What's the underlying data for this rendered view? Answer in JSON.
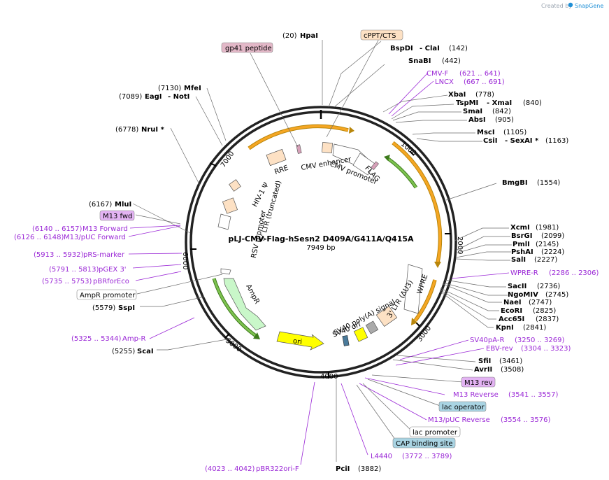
{
  "branding": {
    "created_by": "Created by",
    "app": "SnapGene"
  },
  "plasmid": {
    "name": "pLJ-CMV-Flag-hSesn2 D409A/G411A/Q415A",
    "size_label": "7949 bp",
    "length": 7949
  },
  "ticks": [
    "1000",
    "2000",
    "3000",
    "4000",
    "5000",
    "6000",
    "7000"
  ],
  "enzymes": [
    {
      "name": "HpaI",
      "pos": "(20)"
    },
    {
      "name": "BspDI",
      "pos": "(142)",
      "alt": "- ClaI"
    },
    {
      "name": "SnaBI",
      "pos": "(442)"
    },
    {
      "name": "XbaI",
      "pos": "(778)"
    },
    {
      "name": "TspMI",
      "pos": "(840)",
      "alt": "- XmaI"
    },
    {
      "name": "SmaI",
      "pos": "(842)"
    },
    {
      "name": "AbsI",
      "pos": "(905)"
    },
    {
      "name": "MscI",
      "pos": "(1105)"
    },
    {
      "name": "CsiI",
      "pos": "(1163)",
      "alt": "- SexAI *"
    },
    {
      "name": "BmgBI",
      "pos": "(1554)"
    },
    {
      "name": "XcmI",
      "pos": "(1981)"
    },
    {
      "name": "BsrGI",
      "pos": "(2099)"
    },
    {
      "name": "PmlI",
      "pos": "(2145)"
    },
    {
      "name": "PshAI",
      "pos": "(2224)"
    },
    {
      "name": "SalI",
      "pos": "(2227)"
    },
    {
      "name": "SacII",
      "pos": "(2736)"
    },
    {
      "name": "NgoMIV",
      "pos": "(2745)"
    },
    {
      "name": "NaeI",
      "pos": "(2747)"
    },
    {
      "name": "EcoRI",
      "pos": "(2825)"
    },
    {
      "name": "Acc65I",
      "pos": "(2837)"
    },
    {
      "name": "KpnI",
      "pos": "(2841)"
    },
    {
      "name": "SfiI",
      "pos": "(3461)"
    },
    {
      "name": "AvrII",
      "pos": "(3508)"
    },
    {
      "name": "PciI",
      "pos": "(3882)"
    },
    {
      "name": "ScaI",
      "pos": "(5255)"
    },
    {
      "name": "SspI",
      "pos": "(5579)"
    },
    {
      "name": "MluI",
      "pos": "(6167)"
    },
    {
      "name": "NruI *",
      "pos": "(6778)"
    },
    {
      "name": "EagI",
      "pos": "(7089)",
      "alt": "- NotI"
    },
    {
      "name": "MfeI",
      "pos": "(7130)"
    }
  ],
  "primers": [
    {
      "name": "CMV-F",
      "range": "(621 .. 641)"
    },
    {
      "name": "LNCX",
      "range": "(667 .. 691)"
    },
    {
      "name": "WPRE-R",
      "range": "(2286 .. 2306)"
    },
    {
      "name": "SV40pA-R",
      "range": "(3250 .. 3269)"
    },
    {
      "name": "EBV-rev",
      "range": "(3304 .. 3323)"
    },
    {
      "name": "M13 Reverse",
      "range": "(3541 .. 3557)"
    },
    {
      "name": "M13/pUC Reverse",
      "range": "(3554 .. 3576)"
    },
    {
      "name": "L4440",
      "range": "(3772 .. 3789)"
    },
    {
      "name": "pBR322ori-F",
      "range": "(4023 .. 4042)"
    },
    {
      "name": "Amp-R",
      "range": "(5325 .. 5344)"
    },
    {
      "name": "pBRforEco",
      "range": "(5735 .. 5753)"
    },
    {
      "name": "pGEX 3'",
      "range": "(5791 .. 5813)"
    },
    {
      "name": "pRS-marker",
      "range": "(5913 .. 5932)"
    },
    {
      "name": "M13/pUC Forward",
      "range": "(6126 .. 6148)"
    },
    {
      "name": "M13 Forward",
      "range": "(6140 .. 6157)"
    }
  ],
  "boxed_features": [
    {
      "name": "gp41 peptide",
      "color": "#e3b8c8"
    },
    {
      "name": "cPPT/CTS",
      "color": "#fde1c4"
    },
    {
      "name": "M13 fwd",
      "color": "#e3b3f3"
    },
    {
      "name": "AmpR promoter",
      "color": "#ffffff"
    },
    {
      "name": "M13 rev",
      "color": "#e3b3f3"
    },
    {
      "name": "lac operator",
      "color": "#a9d4e3"
    },
    {
      "name": "lac promoter",
      "color": "#ffffff"
    },
    {
      "name": "CAP binding site",
      "color": "#a9d4e3"
    }
  ],
  "inner_features": [
    "CMV enhancer",
    "CMV promoter",
    "FLAG",
    "RRE",
    "HIV-1 Ψ",
    "5' LTR (truncated)",
    "RSV promoter",
    "AmpR",
    "ori",
    "SV40 ori",
    "SV40 poly(A) signal",
    "3' LTR (ΔU3)",
    "WPRE"
  ],
  "colors": {
    "primer": "#9a27d6",
    "orange_arc": "#f5a623",
    "green_arc": "#5aa02c",
    "ampr": "#c9f7c9",
    "ori": "#ffff00"
  }
}
